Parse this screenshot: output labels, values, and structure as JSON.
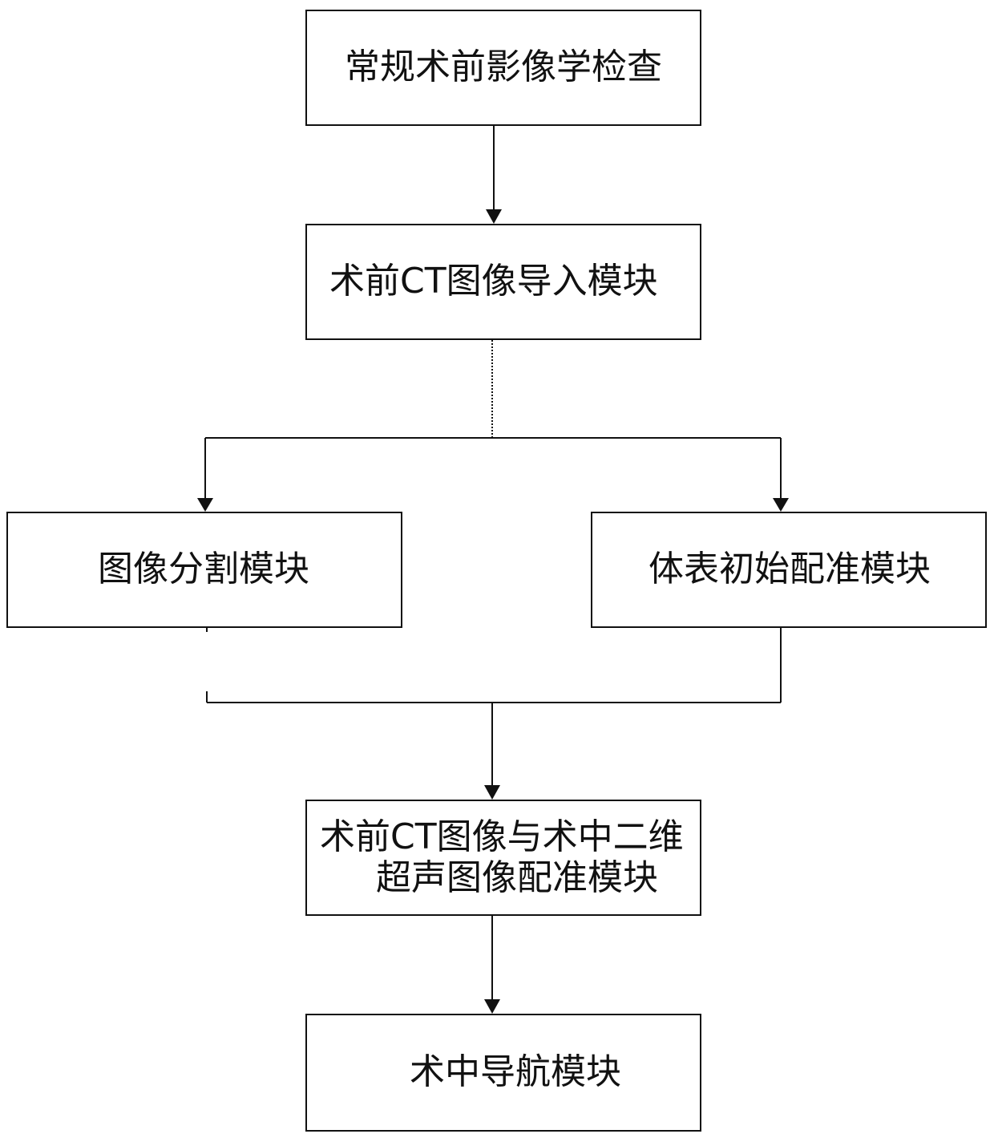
{
  "diagram": {
    "nodes": {
      "preop_imaging_exam": {
        "label": "常规术前影像学检查"
      },
      "preop_ct_import": {
        "label": "术前CT图像导入模块"
      },
      "image_segmentation": {
        "label": "图像分割模块"
      },
      "surface_initial_registration": {
        "label": "体表初始配准模块"
      },
      "ct_us_registration": {
        "label_line1": "术前CT图像与术中二维",
        "label_line2": "超声图像配准模块"
      },
      "intraop_navigation": {
        "label": "术中导航模块"
      }
    },
    "edges": [
      {
        "from": "preop_imaging_exam",
        "to": "preop_ct_import"
      },
      {
        "from": "preop_ct_import",
        "to": "image_segmentation"
      },
      {
        "from": "preop_ct_import",
        "to": "surface_initial_registration"
      },
      {
        "from": "image_segmentation",
        "to": "ct_us_registration"
      },
      {
        "from": "surface_initial_registration",
        "to": "ct_us_registration"
      },
      {
        "from": "ct_us_registration",
        "to": "intraop_navigation"
      }
    ],
    "colors": {
      "line": "#111111",
      "box_border": "#111111",
      "background": "#ffffff"
    }
  }
}
